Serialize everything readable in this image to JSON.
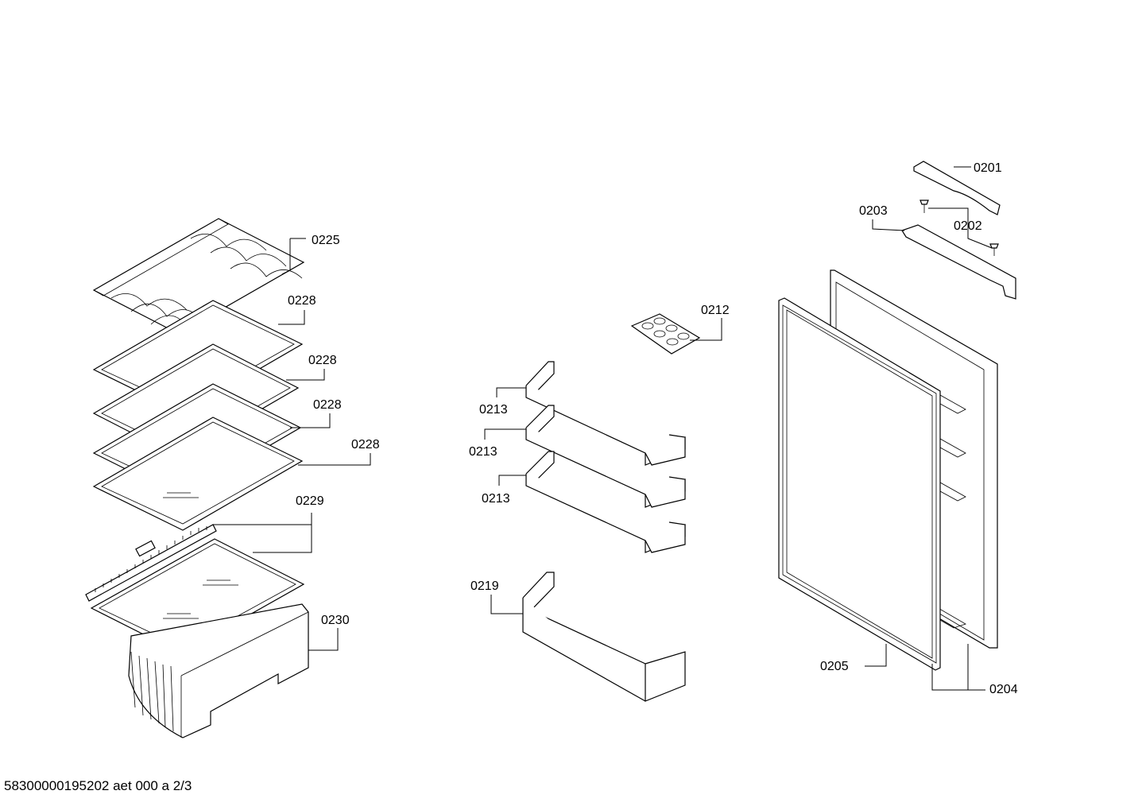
{
  "callouts": [
    {
      "id": "c0201",
      "text": "0201"
    },
    {
      "id": "c0202",
      "text": "0202"
    },
    {
      "id": "c0203",
      "text": "0203"
    },
    {
      "id": "c0204",
      "text": "0204"
    },
    {
      "id": "c0205",
      "text": "0205"
    },
    {
      "id": "c0212",
      "text": "0212"
    },
    {
      "id": "c0213a",
      "text": "0213"
    },
    {
      "id": "c0213b",
      "text": "0213"
    },
    {
      "id": "c0213c",
      "text": "0213"
    },
    {
      "id": "c0219",
      "text": "0219"
    },
    {
      "id": "c0225",
      "text": "0225"
    },
    {
      "id": "c0228a",
      "text": "0228"
    },
    {
      "id": "c0228b",
      "text": "0228"
    },
    {
      "id": "c0228c",
      "text": "0228"
    },
    {
      "id": "c0228d",
      "text": "0228"
    },
    {
      "id": "c0229",
      "text": "0229"
    },
    {
      "id": "c0230",
      "text": "0230"
    }
  ],
  "footer": {
    "text": "58300000195202 aet 000 a 2/3"
  }
}
